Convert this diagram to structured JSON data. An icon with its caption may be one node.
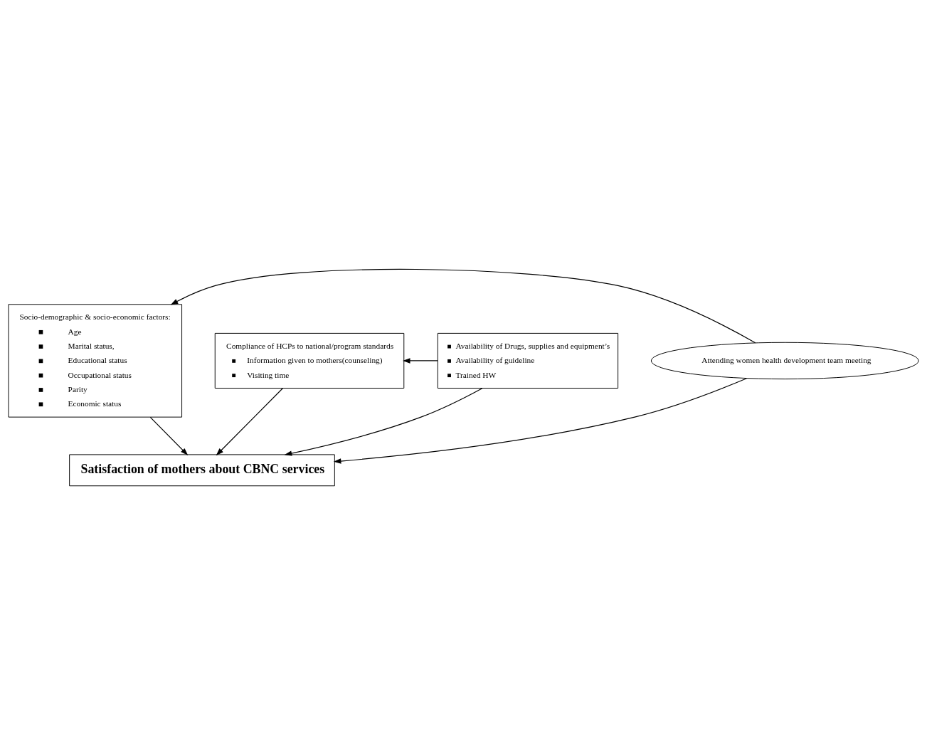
{
  "diagram": {
    "nodes": [
      {
        "text": [
          "Socio-demographic & socio-economic factors:",
          "Age",
          "Marital status,",
          "Educational status",
          "Occupational status",
          "Parity",
          "Economic status"
        ]
      },
      {
        "text": [
          "Compliance of HCPs to national/program standards",
          "Information given to mothers(counseling)",
          "Visiting time"
        ]
      },
      {
        "text": [
          "Satisfaction of mothers about CBNC services"
        ]
      },
      {
        "text": [
          "Attending women health development team meeting"
        ]
      },
      {
        "text": [
          "Availability of Drugs, supplies and equipment’s",
          "Availability of guideline",
          "Trained HW"
        ]
      }
    ],
    "edges": [
      {
        "from": 0,
        "to": 2,
        "arrow": "to"
      },
      {
        "from": 1,
        "to": 2,
        "arrow": "to"
      },
      {
        "from": 4,
        "to": 2,
        "arrow": "to"
      },
      {
        "from": 4,
        "to": 1,
        "arrow": "to"
      },
      {
        "from": 3,
        "to": 0,
        "arrow": "to"
      },
      {
        "from": 3,
        "to": 2,
        "arrow": "to"
      }
    ]
  }
}
